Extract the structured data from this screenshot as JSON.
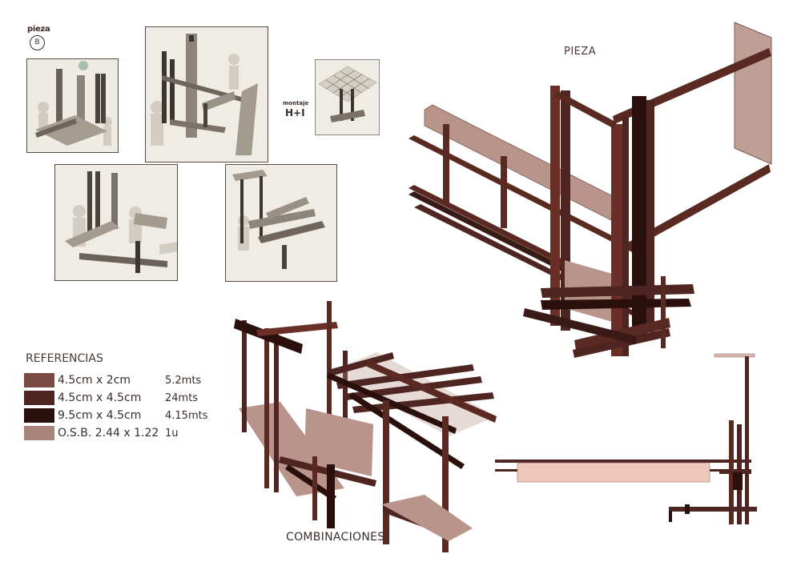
{
  "header": {
    "pieza_tag": "pieza",
    "pieza_letter": "B"
  },
  "montaje": {
    "label": "montaje",
    "code": "H+I"
  },
  "titles": {
    "pieza": "PIEZA",
    "combinaciones": "COMBINACIONES"
  },
  "referencias": {
    "title": "REFERENCIAS",
    "items": [
      {
        "label": "4.5cm x 2cm",
        "qty": "5.2mts",
        "color": "#7a4a42"
      },
      {
        "label": "4.5cm x 4.5cm",
        "qty": "24mts",
        "color": "#4e2520"
      },
      {
        "label": "9.5cm x 4.5cm",
        "qty": "4.15mts",
        "color": "#2a0f0d"
      },
      {
        "label": "O.S.B. 2.44 x 1.22",
        "qty": "1u",
        "color": "#a8857b"
      }
    ]
  },
  "colors": {
    "wood_light": "#7a4a42",
    "wood_mid": "#4e2520",
    "wood_dark": "#2a0f0d",
    "osb": "#b8948a"
  }
}
